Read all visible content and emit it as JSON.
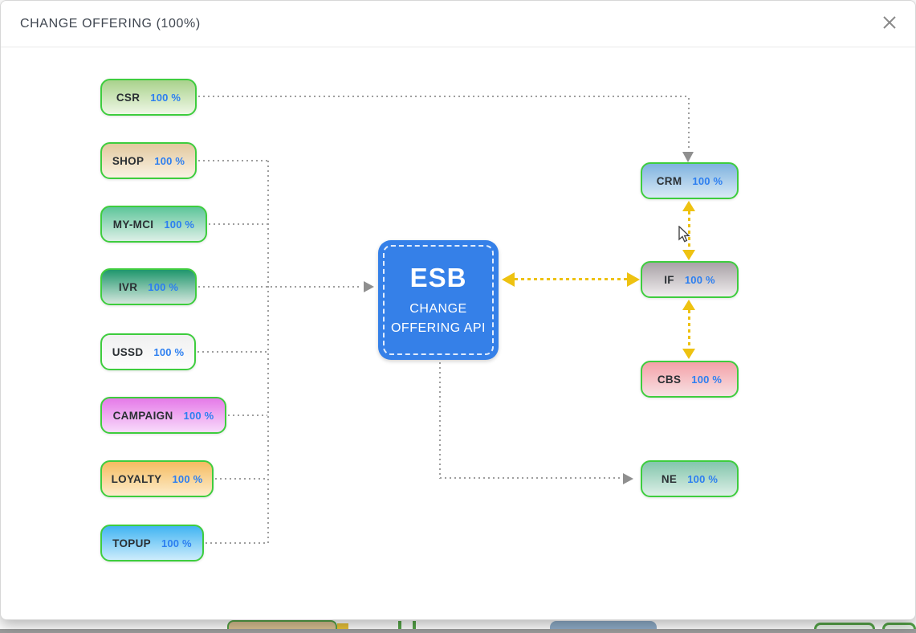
{
  "modal": {
    "title": "CHANGE OFFERING (100%)"
  },
  "colors": {
    "title_text": "#3f4650",
    "node_border_green": "#3ecd3e",
    "value_blue": "#2d7ff0",
    "esb_blue": "#3580e8",
    "connector_gray": "#9e9e9e",
    "arrow_gray": "#8f8f8f",
    "connector_yellow": "#eec211",
    "frag_gray": "#9c9c9c",
    "frag_tan": "#d9c091",
    "frag_yellow": "#e8c23a",
    "frag_green": "#55a548",
    "frag_blue": "#8fadc9"
  },
  "esb": {
    "title": "ESB",
    "subtitle": "CHANGE OFFERING API"
  },
  "left_nodes": [
    {
      "label": "CSR",
      "value": "100 %",
      "grad_top": "#a9d28c",
      "grad_bottom": "#eff7e6"
    },
    {
      "label": "SHOP",
      "value": "100 %",
      "grad_top": "#e2c99f",
      "grad_bottom": "#faf2e3"
    },
    {
      "label": "MY-MCI",
      "value": "100 %",
      "grad_top": "#5ec59a",
      "grad_bottom": "#ddefe7"
    },
    {
      "label": "IVR",
      "value": "100 %",
      "grad_top": "#1f976d",
      "grad_bottom": "#d5e7de"
    },
    {
      "label": "USSD",
      "value": "100 %",
      "grad_top": "#f0f0f0",
      "grad_bottom": "#fdfdfd"
    },
    {
      "label": "CAMPAIGN",
      "value": "100 %",
      "grad_top": "#e57ae8",
      "grad_bottom": "#f8dbfb"
    },
    {
      "label": "LOYALTY",
      "value": "100 %",
      "grad_top": "#f5bc61",
      "grad_bottom": "#fdeccb"
    },
    {
      "label": "TOPUP",
      "value": "100 %",
      "grad_top": "#41b4f2",
      "grad_bottom": "#cdecfc"
    }
  ],
  "right_nodes": [
    {
      "label": "CRM",
      "value": "100 %",
      "grad_top": "#7fb2df",
      "grad_bottom": "#d9eaf6"
    },
    {
      "label": "IF",
      "value": "100 %",
      "grad_top": "#a9a2a7",
      "grad_bottom": "#f0edee"
    },
    {
      "label": "CBS",
      "value": "100 %",
      "grad_top": "#f4a1a8",
      "grad_bottom": "#f7e1e3"
    },
    {
      "label": "NE",
      "value": "100 %",
      "grad_top": "#83c6ac",
      "grad_bottom": "#ddefe7"
    }
  ]
}
